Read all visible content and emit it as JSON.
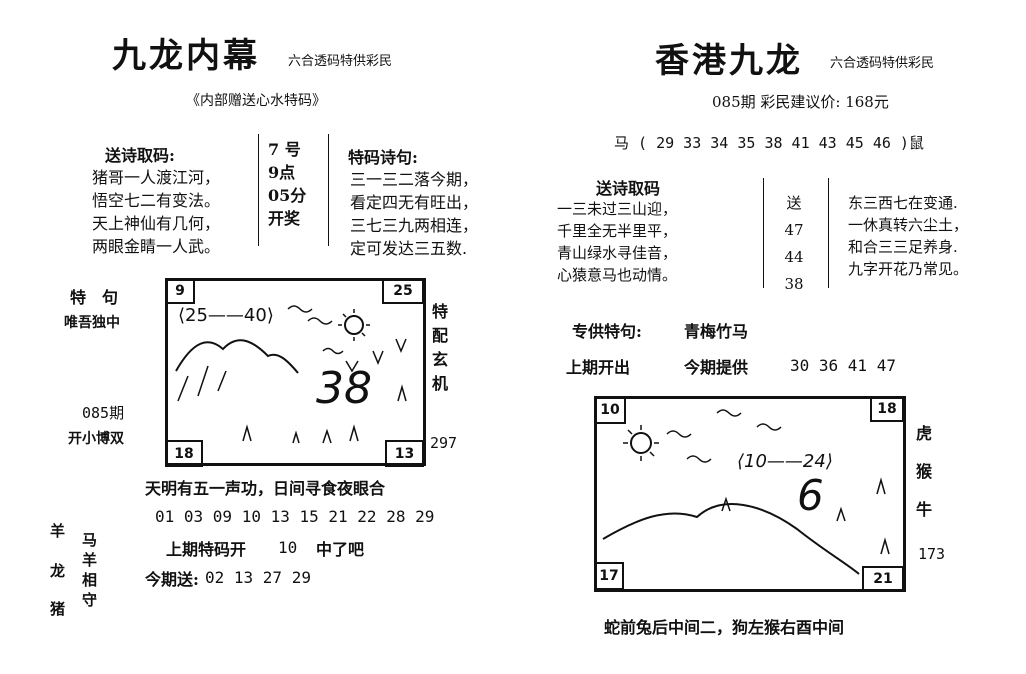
{
  "left": {
    "title": "九龙内幕",
    "subtitle": "六合透码特供彩民",
    "gift_note": "《内部赠送心水特码》",
    "poem_header": "送诗取码:",
    "poem": [
      "猪哥一人渡江河，",
      "悟空七二有变法。",
      "天上神仙有几何，",
      "两眼金睛一人武。"
    ],
    "draw_info": [
      "7 号",
      "9点",
      "05分",
      "开奖"
    ],
    "tema_header": "特码诗句:",
    "tema_poem": [
      "三一三二落今期，",
      "看定四无有旺出，",
      "三七三九两相连，",
      "定可发达三五数."
    ],
    "teju_title": "特　句",
    "teju_text": "唯吾独中",
    "period": "085期",
    "period_note": "开小博双",
    "side_vertical": "特配玄机",
    "side_number": "297",
    "picture": {
      "corner_tl": "9",
      "corner_tr": "25",
      "corner_bl": "18",
      "corner_br": "13",
      "range_text": "⟨25——40⟩",
      "big_number": "38"
    },
    "riddle": "天明有五一声功，日间寻食夜眼合",
    "numbers": "01 03 09 10 13 15 21 22 28 29",
    "last_label": "上期特码开",
    "last_num": "10",
    "last_suffix": "中了吧",
    "send_label": "今期送:",
    "send_nums": "02 13 27 29",
    "zodiac_left": [
      "羊",
      "龙",
      "猪"
    ],
    "zodiac_mid": "马羊相守"
  },
  "right": {
    "title": "香港九龙",
    "subtitle": "六合透码特供彩民",
    "price_line": "085期  彩民建议价: 168元",
    "numbers_line": "马 ( 29 33 34 35 38 41 43 45 46    )鼠",
    "poem_header": "送诗取码",
    "poem": [
      "一三未过三山迎，",
      "千里全无半里平，",
      "青山绿水寻佳音，",
      "心猿意马也动情。"
    ],
    "send_col": [
      "送",
      "47",
      "44",
      "38"
    ],
    "poem2": [
      "东三西七在变通.",
      "一休真转六尘土，",
      "和合三三足养身.",
      "九字开花乃常见。"
    ],
    "special_label": "专供特句:",
    "special_text": "青梅竹马",
    "last_label": "上期开出",
    "offer_label": "今期提供",
    "offer_nums": "30 36 41 47",
    "picture": {
      "corner_tl": "10",
      "corner_tr": "18",
      "corner_bl": "17",
      "corner_br": "21",
      "range_text": "⟨10——24⟩",
      "big_number": "6"
    },
    "zodiacs": [
      "虎",
      "猴",
      "牛"
    ],
    "side_number": "173",
    "riddle": "蛇前兔后中间二，狗左猴右酉中间"
  }
}
